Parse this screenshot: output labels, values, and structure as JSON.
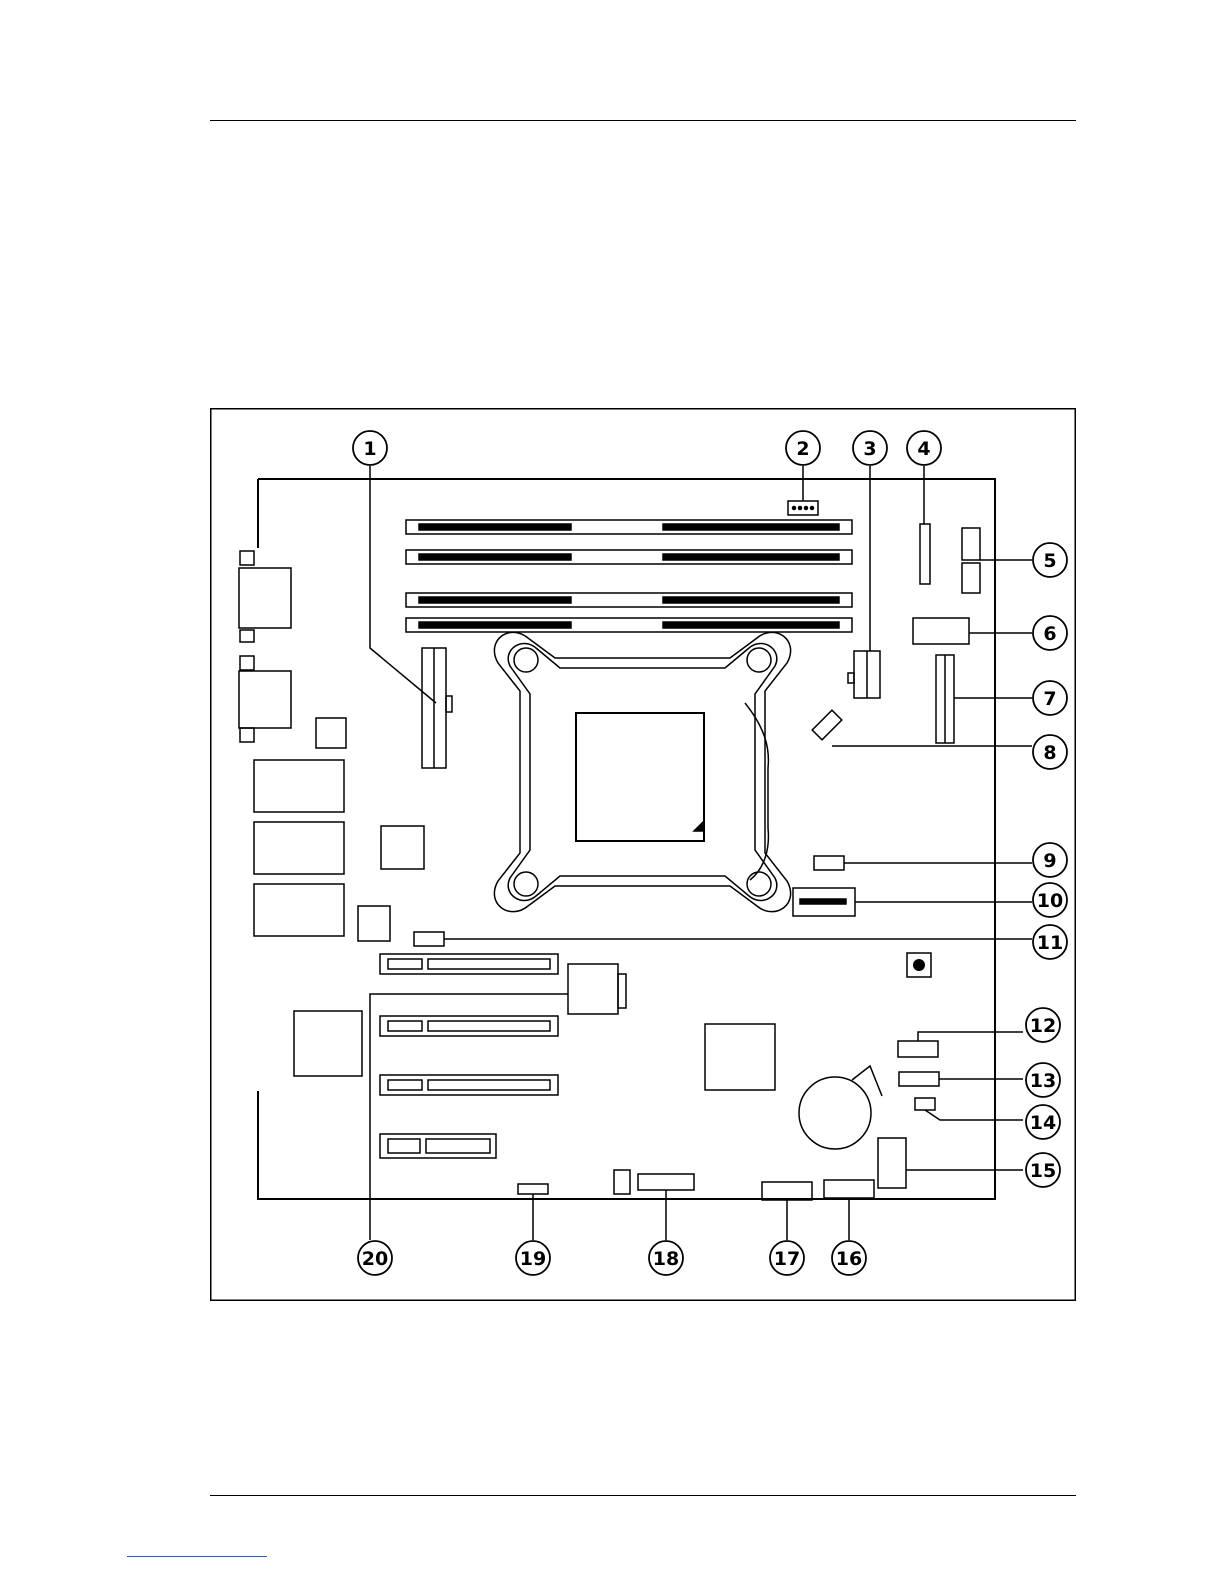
{
  "figure": {
    "callouts": [
      {
        "id": 1,
        "text": "1"
      },
      {
        "id": 2,
        "text": "2"
      },
      {
        "id": 3,
        "text": "3"
      },
      {
        "id": 4,
        "text": "4"
      },
      {
        "id": 5,
        "text": "5"
      },
      {
        "id": 6,
        "text": "6"
      },
      {
        "id": 7,
        "text": "7"
      },
      {
        "id": 8,
        "text": "8"
      },
      {
        "id": 9,
        "text": "9"
      },
      {
        "id": 10,
        "text": "10"
      },
      {
        "id": 11,
        "text": "11"
      },
      {
        "id": 12,
        "text": "12"
      },
      {
        "id": 13,
        "text": "13"
      },
      {
        "id": 14,
        "text": "14"
      },
      {
        "id": 15,
        "text": "15"
      },
      {
        "id": 16,
        "text": "16"
      },
      {
        "id": 17,
        "text": "17"
      },
      {
        "id": 18,
        "text": "18"
      },
      {
        "id": 19,
        "text": "19"
      },
      {
        "id": 20,
        "text": "20"
      }
    ]
  }
}
